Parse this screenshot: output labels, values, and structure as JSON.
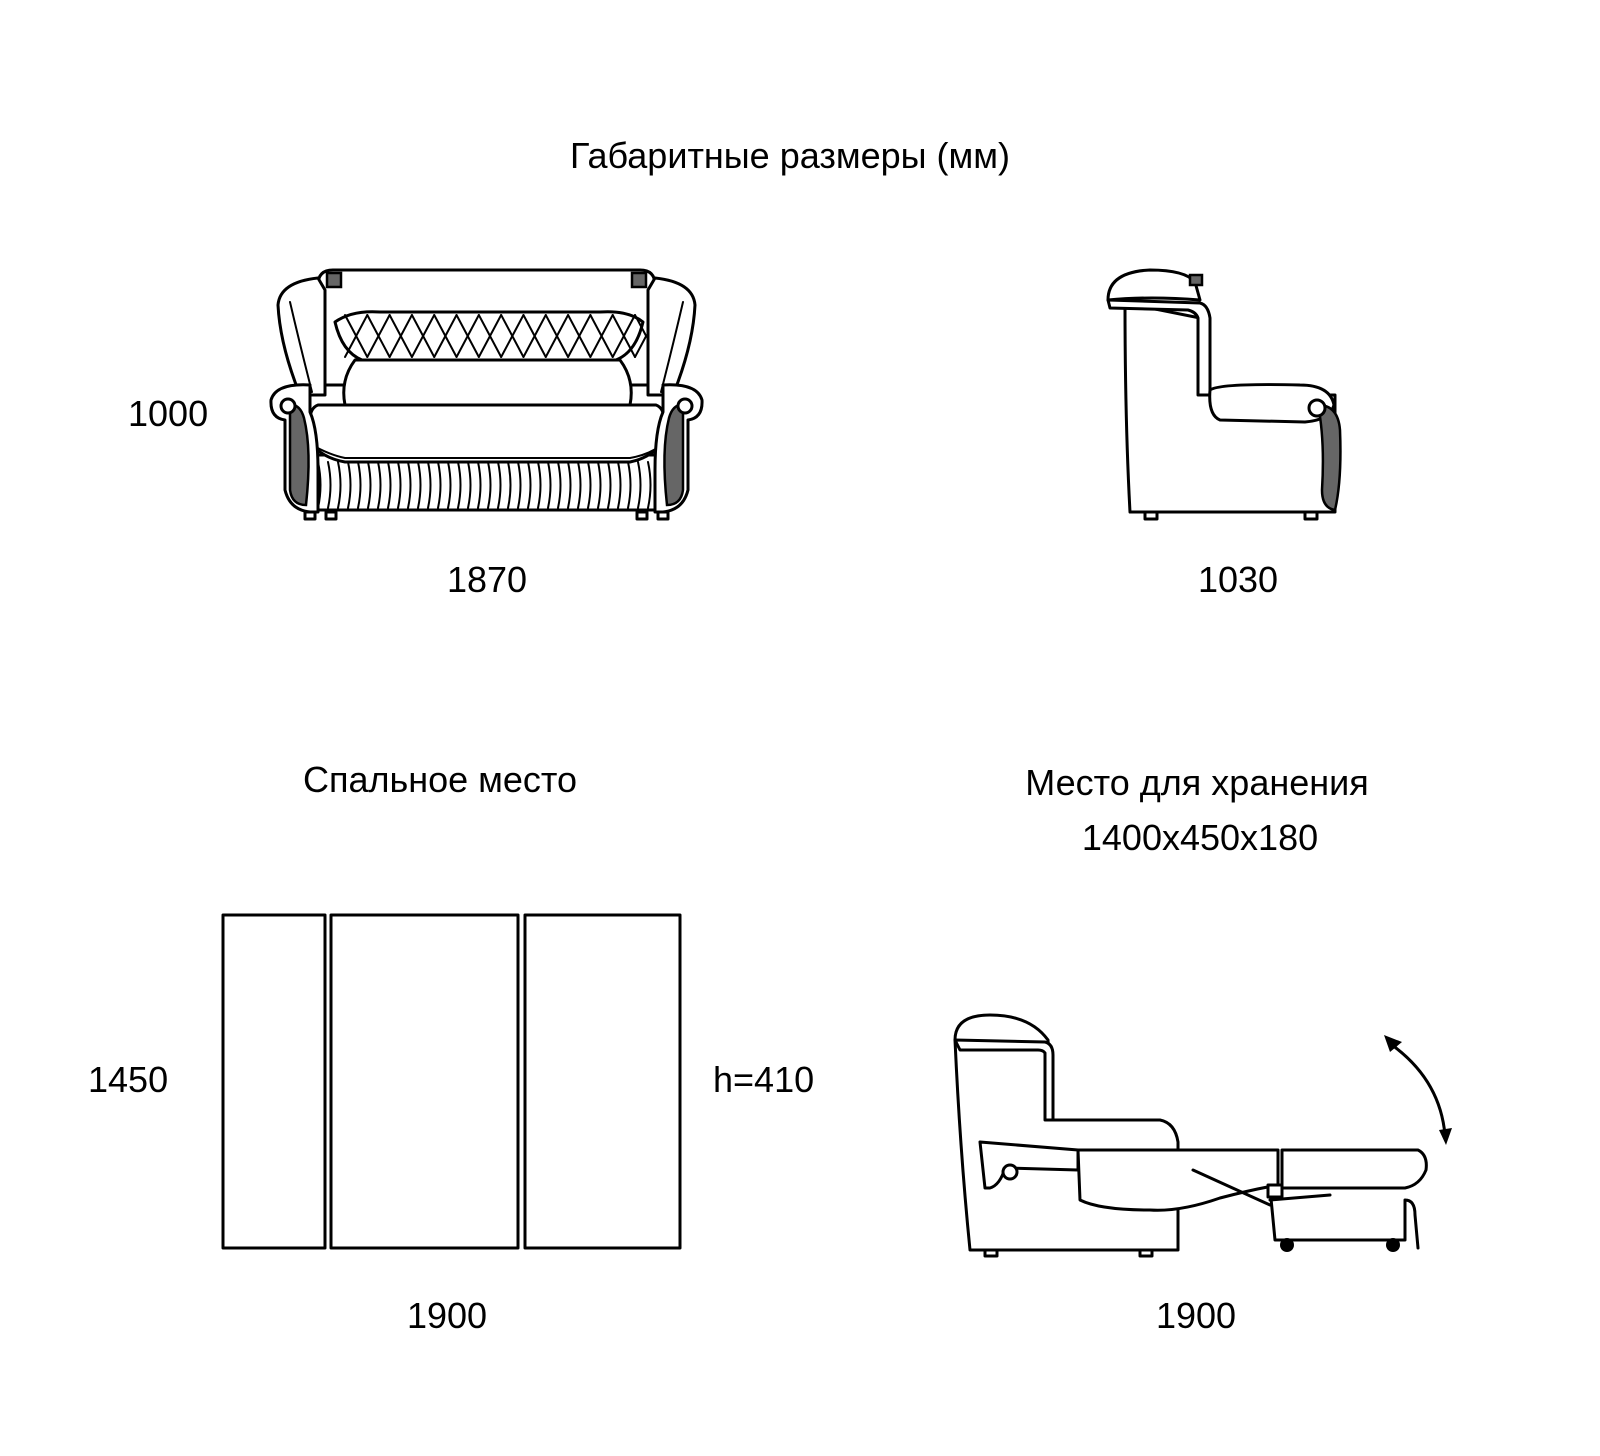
{
  "title": "Габаритные размеры (мм)",
  "front_view": {
    "height_label": "1000",
    "width_label": "1870"
  },
  "side_view": {
    "depth_label": "1030"
  },
  "sleeping_area": {
    "title": "Спальное место",
    "width_label": "1450",
    "length_label": "1900",
    "height_label": "h=410"
  },
  "storage": {
    "title": "Место для хранения",
    "dimensions": "1400x450x180",
    "length_label": "1900"
  },
  "colors": {
    "line": "#000000",
    "background": "#ffffff",
    "accent_fill": "#666666"
  }
}
